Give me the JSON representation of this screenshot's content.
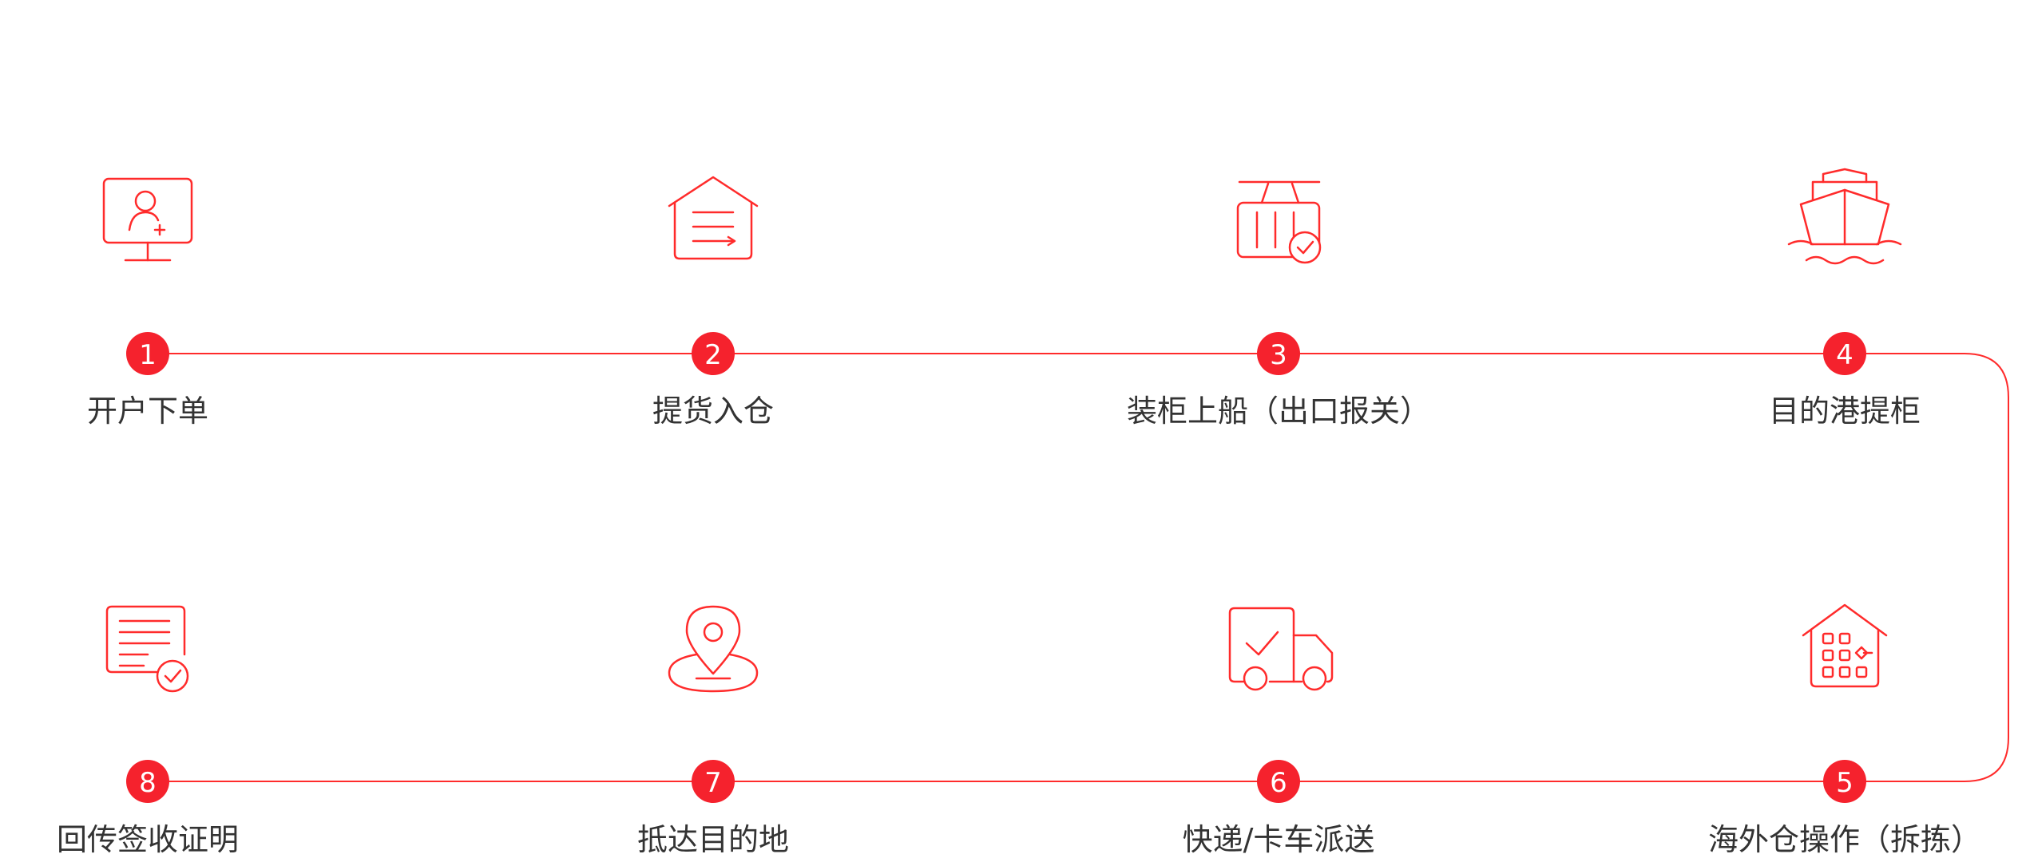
{
  "accent_color": "#f5222d",
  "line_color": "#ff2b2b",
  "steps": [
    {
      "number": "1",
      "label": "开户下单",
      "icon": "monitor-user-add-icon"
    },
    {
      "number": "2",
      "label": "提货入仓",
      "icon": "warehouse-icon"
    },
    {
      "number": "3",
      "label": "装柜上船（出口报关）",
      "icon": "container-crane-icon"
    },
    {
      "number": "4",
      "label": "目的港提柜",
      "icon": "ship-icon"
    },
    {
      "number": "5",
      "label": "海外仓操作（拆拣）",
      "icon": "warehouse-grid-icon"
    },
    {
      "number": "6",
      "label": "快递/卡车派送",
      "icon": "truck-icon"
    },
    {
      "number": "7",
      "label": "抵达目的地",
      "icon": "location-pin-icon"
    },
    {
      "number": "8",
      "label": "回传签收证明",
      "icon": "document-check-icon"
    }
  ]
}
